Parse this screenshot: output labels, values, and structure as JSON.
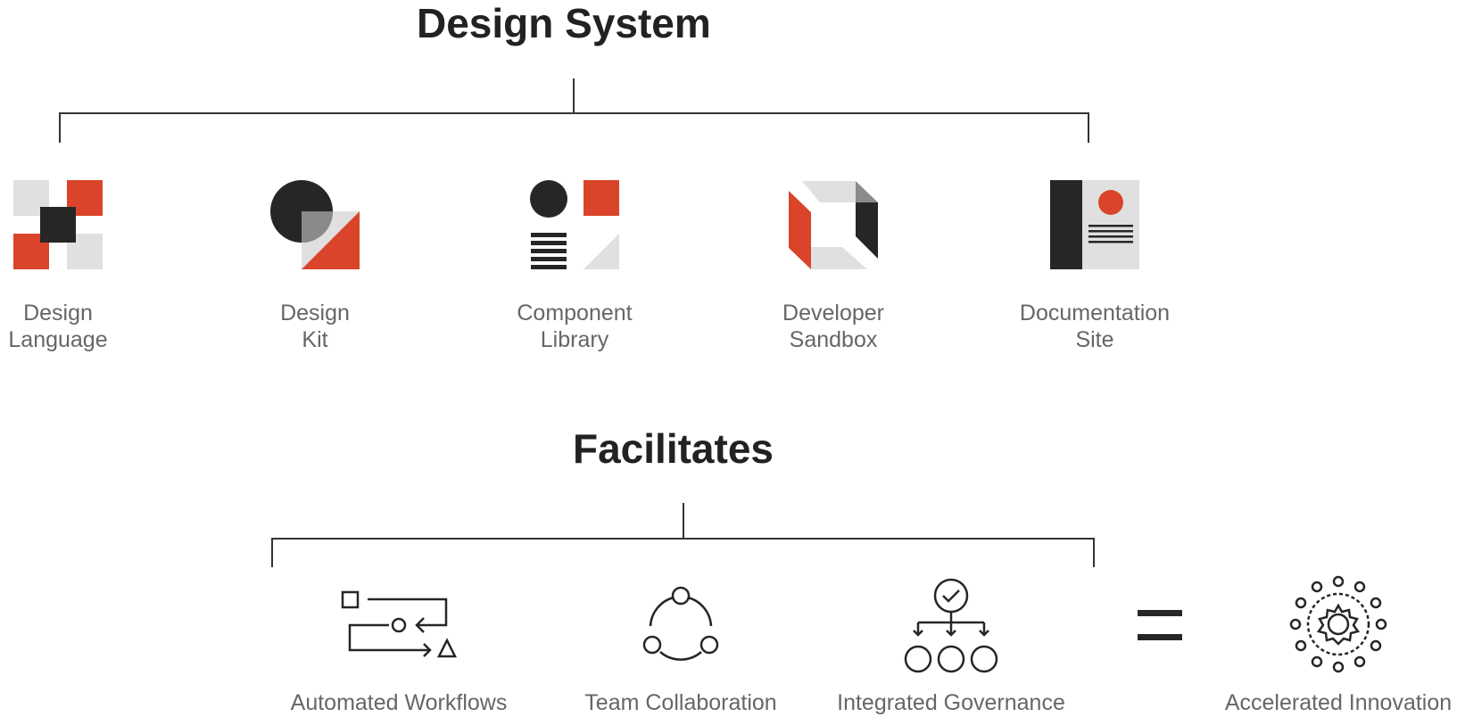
{
  "title_top": "Design System",
  "title_mid": "Facilitates",
  "components": [
    {
      "line1": "Design",
      "line2": "Language",
      "icon": "design-language-icon"
    },
    {
      "line1": "Design",
      "line2": "Kit",
      "icon": "design-kit-icon"
    },
    {
      "line1": "Component",
      "line2": "Library",
      "icon": "component-library-icon"
    },
    {
      "line1": "Developer",
      "line2": "Sandbox",
      "icon": "developer-sandbox-icon"
    },
    {
      "line1": "Documentation",
      "line2": "Site",
      "icon": "documentation-site-icon"
    }
  ],
  "outcomes": [
    {
      "label": "Automated Workflows",
      "icon": "workflow-icon"
    },
    {
      "label": "Team Collaboration",
      "icon": "collaboration-icon"
    },
    {
      "label": "Integrated Governance",
      "icon": "governance-icon"
    }
  ],
  "equals_symbol": "equals-icon",
  "result": {
    "label": "Accelerated Innovation",
    "icon": "innovation-gear-icon"
  },
  "colors": {
    "accent": "#D9442A",
    "dark": "#262626",
    "light": "#E0E0E0",
    "mid": "#8A8A8A",
    "text": "#666666"
  }
}
